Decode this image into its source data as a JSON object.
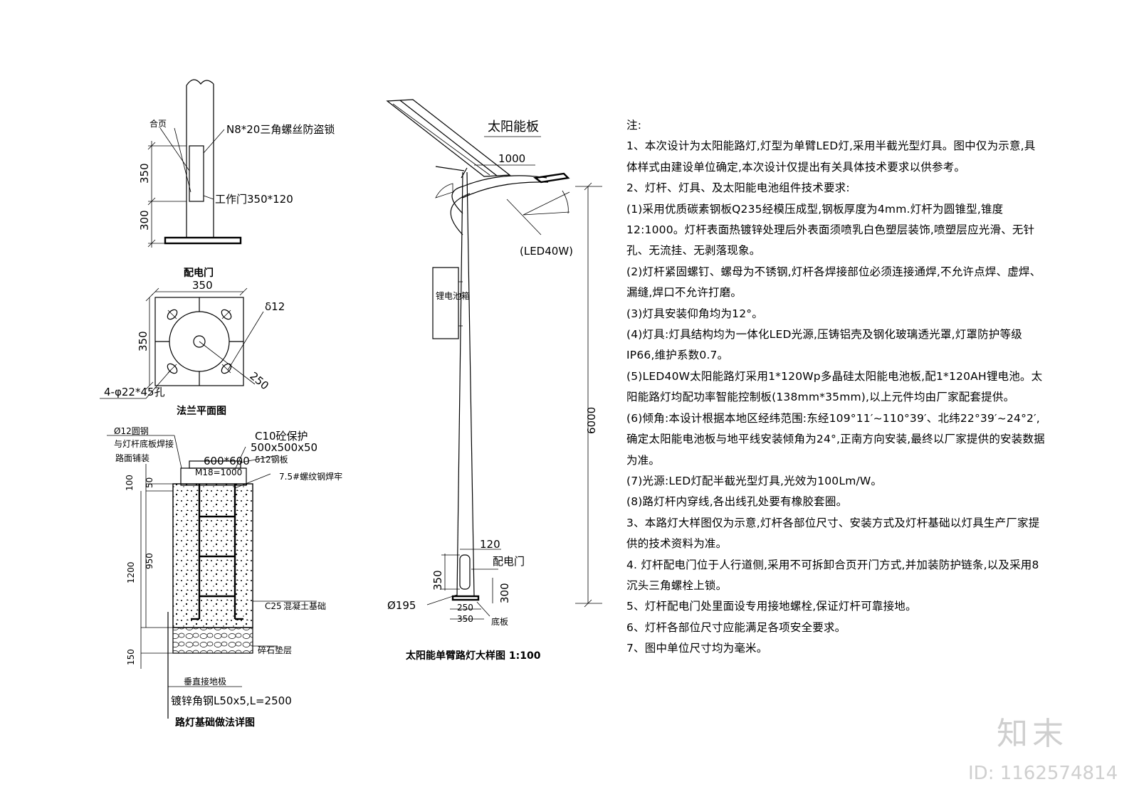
{
  "door_detail": {
    "label_hinge": "合页",
    "label_bolt": "N8*20三角螺丝防盗锁",
    "label_door": "工作门350*120",
    "dim_350": "350",
    "dim_300": "300",
    "title": "配电门"
  },
  "flange": {
    "dim_top": "350",
    "dim_left": "350",
    "label_thickness": "δ12",
    "dim_diag": "250",
    "label_holes": "4-φ22*45孔",
    "title": "法兰平面图"
  },
  "foundation": {
    "label_rebar": "Ø12圆钢",
    "label_rebar2": "与灯杆底板焊接",
    "label_c10": "C10砼保护",
    "label_500": "500x500x50",
    "label_plate": "δ12钢板",
    "label_600": "600*600",
    "label_m18": "M18=1000",
    "label_weld": "7.5#螺纹钢焊牢",
    "label_paving": "路面铺装",
    "dim_100": "100",
    "dim_50": "50",
    "dim_950": "950",
    "dim_1200": "1200",
    "label_c25": "C25",
    "label_c25b": "混凝土基础",
    "dim_150": "150",
    "label_gravel": "碎石垫层",
    "label_ground": "垂直接地极",
    "label_angle": "镀锌角钢L50x5,L=2500",
    "title": "路灯基础做法详图"
  },
  "lamp": {
    "label_panel": "太阳能板",
    "dim_1000": "1000",
    "label_led": "(LED40W)",
    "label_battery": "锂电池箱",
    "dim_6000": "6000",
    "dim_120": "120",
    "label_door": "配电门",
    "dim_350": "350",
    "dim_300": "300",
    "dim_195": "Ø195",
    "dim_250": "250",
    "dim_350b": "350",
    "label_base": "底板",
    "title": "太阳能单臂路灯大样图 1:100"
  },
  "notes": [
    "注:",
    "1、本次设计为太阳能路灯,灯型为单臂LED灯,采用半截光型灯具。图中仅为示意,具体样式由建设单位确定,本次设计仅提出有关具体技术要求以供参考。",
    "2、灯杆、灯具、及太阳能电池组件技术要求:",
    "(1)采用优质碳素钢板Q235经模压成型,钢板厚度为4mm.灯杆为圆锥型,锥度12:1000。灯杆表面热镀锌处理后外表面须喷乳白色塑层装饰,喷塑层应光滑、无针孔、无流挂、无剥落现象。",
    "(2)灯杆紧固螺钉、螺母为不锈钢,灯杆各焊接部位必须连接通焊,不允许点焊、虚焊、漏缝,焊口不允许打磨。",
    "(3)灯具安装仰角均为12°。",
    "(4)灯具:灯具结构均为一体化LED光源,压铸铝壳及钢化玻璃透光罩,灯罩防护等级IP66,维护系数0.7。",
    "(5)LED40W太阳能路灯采用1*120Wp多晶硅太阳能电池板,配1*120AH锂电池。太阳能路灯均配功率智能控制板(138mm*35mm),以上元件均由厂家配套提供。",
    "(6)倾角:本设计根据本地区经纬范围:东经109°11′~110°39′、北纬22°39′~24°2′,确定太阳能电池板与地平线安装倾角为24°,正南方向安装,最终以厂家提供的安装数据为准。",
    "(7)光源:LED灯配半截光型灯具,光效为100Lm/W。",
    "(8)路灯杆内穿线,各出线孔处要有橡胶套圈。",
    "3、本路灯大样图仅为示意,灯杆各部位尺寸、安装方式及灯杆基础以灯具生产厂家提供的技术资料为准。",
    "4.  灯杆配电门位于人行道侧,采用不可拆卸合页开门方式,并加装防护链条,以及采用8沉头三角螺栓上锁。",
    "5、灯杆配电门处里面设专用接地螺栓,保证灯杆可靠接地。",
    "6、灯杆各部位尺寸应能满足各项安全要求。",
    "7、图中单位尺寸均为毫米。"
  ],
  "watermark": {
    "logo": "知末",
    "id": "ID: 1162574814"
  }
}
